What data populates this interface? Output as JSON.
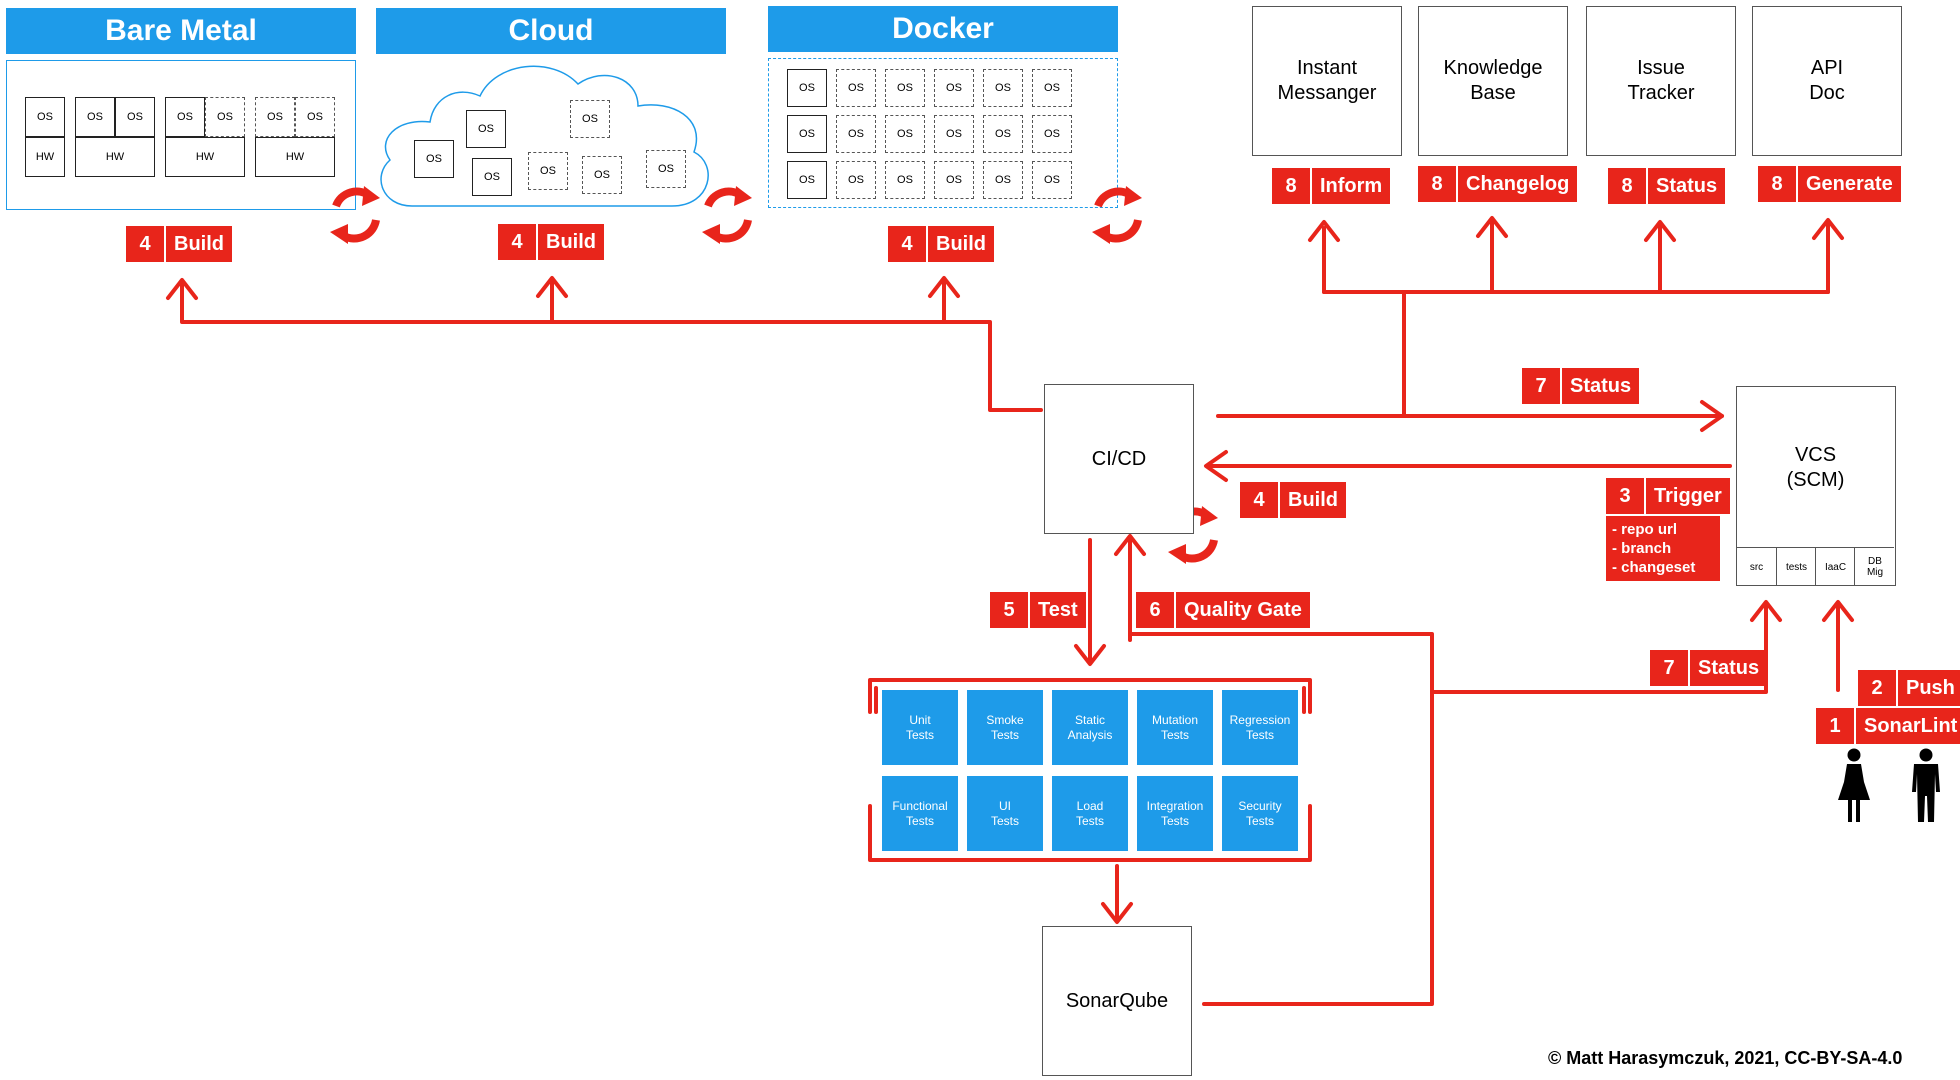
{
  "colors": {
    "accent_red": "#e8251b",
    "env_blue": "#1e9be9",
    "test_blue": "#1e9be9"
  },
  "environments": {
    "bare_metal": {
      "title": "Bare Metal",
      "os": "OS",
      "hw": "HW"
    },
    "cloud": {
      "title": "Cloud",
      "os": "OS"
    },
    "docker": {
      "title": "Docker",
      "os": "OS"
    }
  },
  "destinations": [
    {
      "label": "Instant\nMessanger",
      "step": "8",
      "action": "Inform"
    },
    {
      "label": "Knowledge\nBase",
      "step": "8",
      "action": "Changelog"
    },
    {
      "label": "Issue\nTracker",
      "step": "8",
      "action": "Status"
    },
    {
      "label": "API\nDoc",
      "step": "8",
      "action": "Generate"
    }
  ],
  "build_tags": [
    {
      "step": "4",
      "action": "Build"
    },
    {
      "step": "4",
      "action": "Build"
    },
    {
      "step": "4",
      "action": "Build"
    }
  ],
  "cicd": {
    "label": "CI/CD"
  },
  "vcs": {
    "label": "VCS\n(SCM)",
    "parts": [
      "src",
      "tests",
      "IaaC",
      "DB\nMig"
    ]
  },
  "flow": {
    "status_top": {
      "step": "7",
      "action": "Status"
    },
    "build_cicd": {
      "step": "4",
      "action": "Build"
    },
    "trigger": {
      "step": "3",
      "action": "Trigger",
      "notes": "- repo url\n- branch\n- changeset"
    },
    "test": {
      "step": "5",
      "action": "Test"
    },
    "quality_gate": {
      "step": "6",
      "action": "Quality Gate"
    },
    "status_bottom": {
      "step": "7",
      "action": "Status"
    },
    "push": {
      "step": "2",
      "action": "Push"
    },
    "sonarlint": {
      "step": "1",
      "action": "SonarLint"
    }
  },
  "tests": [
    "Unit\nTests",
    "Smoke\nTests",
    "Static\nAnalysis",
    "Mutation\nTests",
    "Regression\nTests",
    "Functional\nTests",
    "UI\nTests",
    "Load\nTests",
    "Integration\nTests",
    "Security\nTests"
  ],
  "sonarqube": {
    "label": "SonarQube"
  },
  "credit": "© Matt Harasymczuk, 2021, CC-BY-SA-4.0",
  "icons": [
    "refresh-cycle-icon",
    "arrow-up-icon",
    "arrow-down-icon",
    "arrow-right-icon",
    "arrow-left-icon",
    "person-female-icon",
    "person-male-icon"
  ]
}
